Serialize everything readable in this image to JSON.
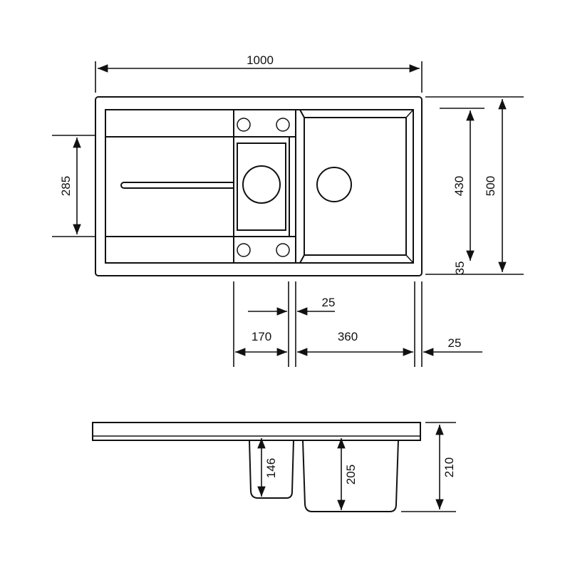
{
  "top_view": {
    "overall_width": "1000",
    "drainer_depth": "285",
    "bowl_depth": "430",
    "overall_depth": "500",
    "rim_bottom": "35",
    "divider_width": "25",
    "small_bowl_width": "170",
    "large_bowl_width": "360",
    "rim_right": "25"
  },
  "side_view": {
    "small_bowl_depth": "146",
    "large_bowl_depth": "205",
    "overall_height": "210"
  },
  "colors": {
    "line": "#111111",
    "background": "#ffffff"
  }
}
